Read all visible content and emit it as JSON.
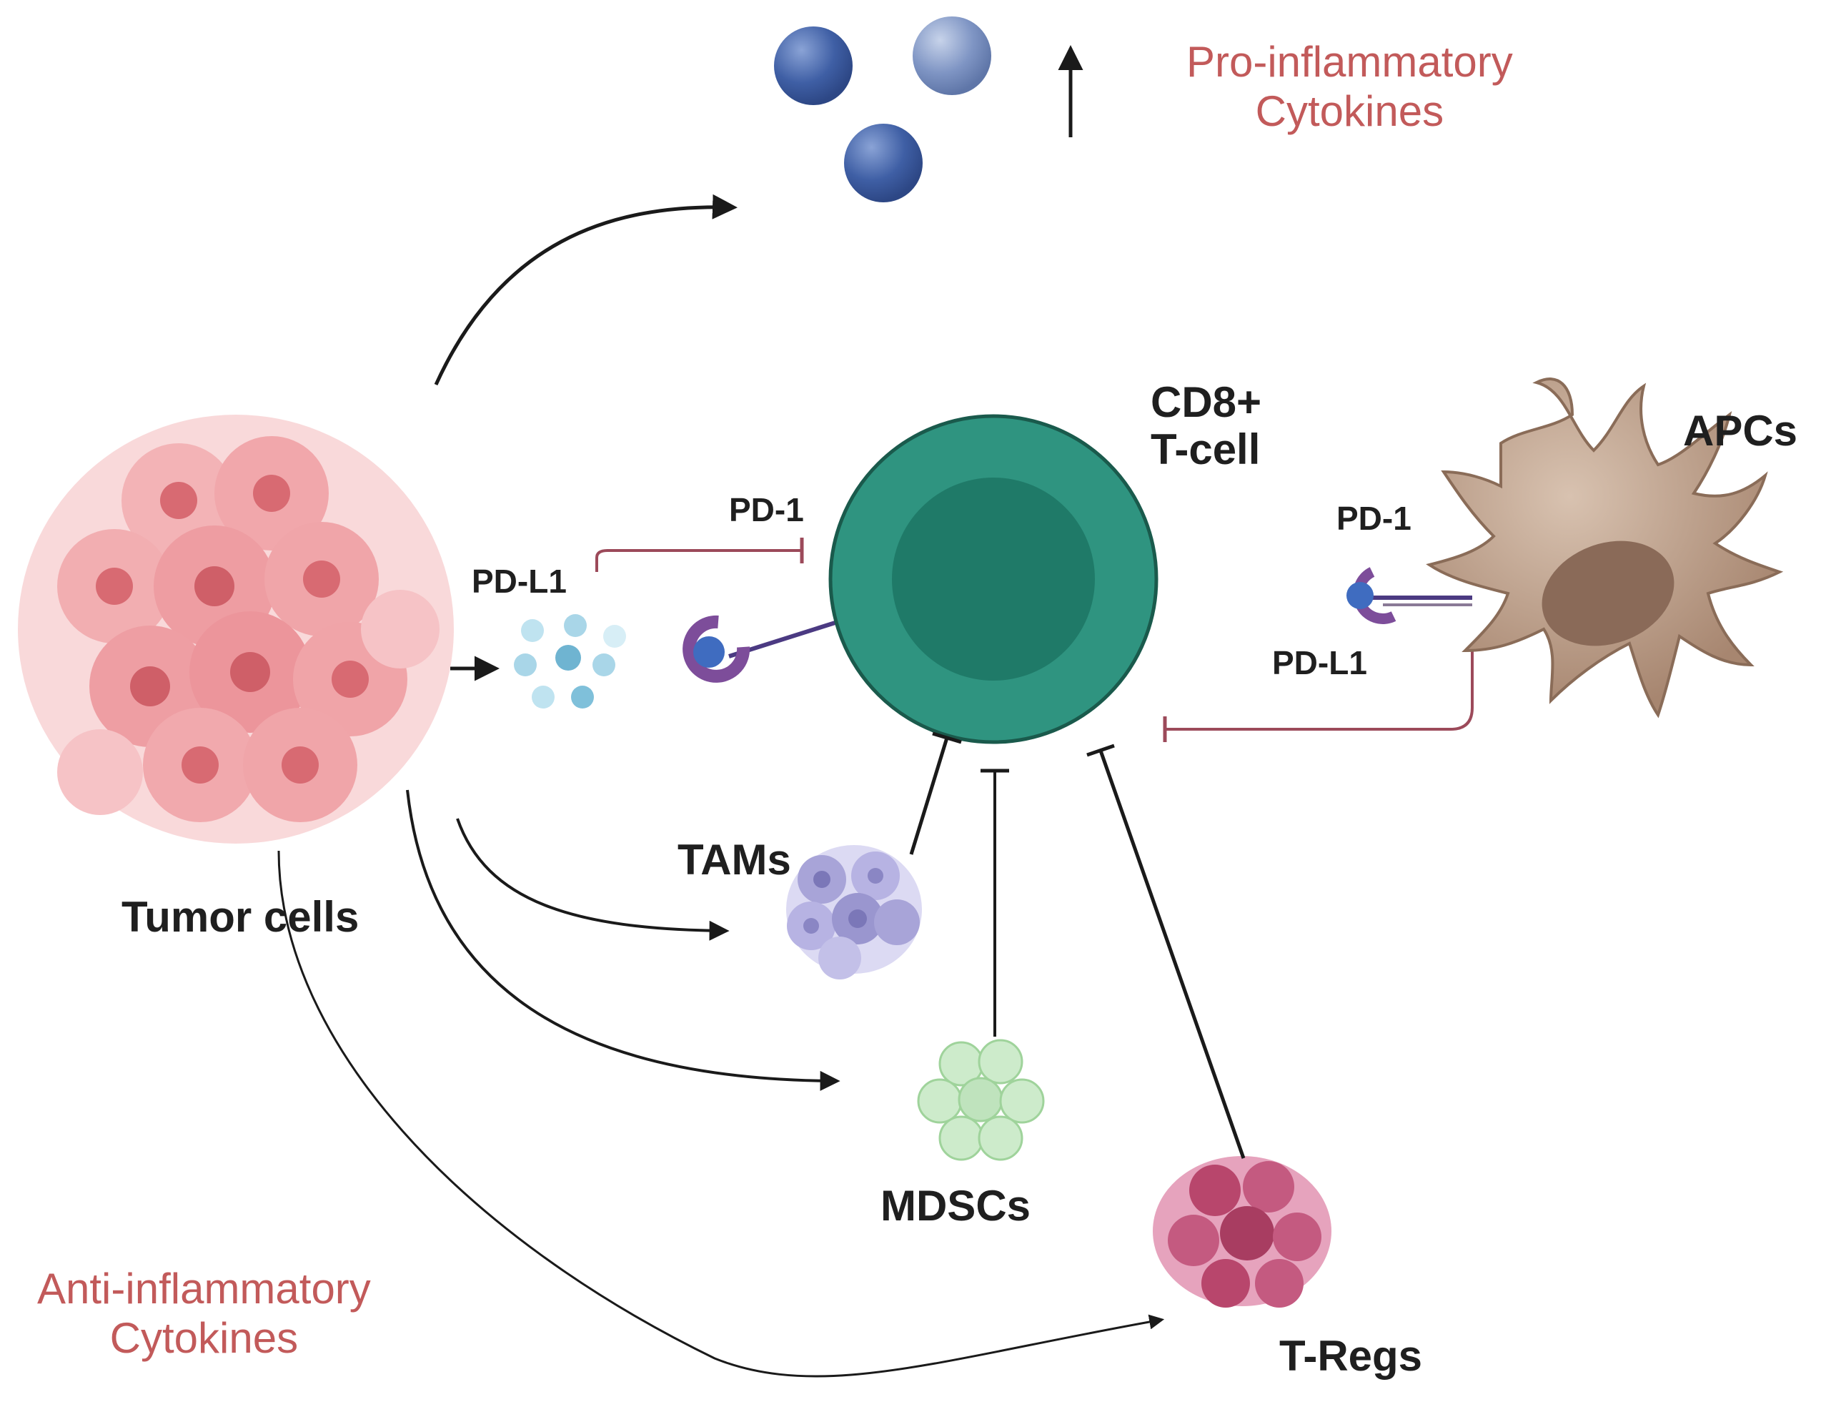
{
  "labels": {
    "pro_inflammatory": [
      "Pro-inflammatory",
      "Cytokines"
    ],
    "anti_inflammatory": [
      "Anti-inflammatory",
      "Cytokines"
    ],
    "cd8_tcell": [
      "CD8+",
      "T-cell"
    ],
    "apcs": "APCs",
    "pd1_left": "PD-1",
    "pdl1_left": "PD-L1",
    "pd1_right": "PD-1",
    "pdl1_right": "PD-L1",
    "tams": "TAMs",
    "tumor_cells": "Tumor cells",
    "mdscs": "MDSCs",
    "tregs": "T-Regs"
  },
  "colors": {
    "arrow": "#1a1a1a",
    "inhibit_red": "#9c4a5a",
    "label_red": "#c25a5a",
    "tcell_outer": "#2f9480",
    "tcell_inner": "#1f7a68",
    "cytokine_blue": "#3f5fa5",
    "tumor_pink": "#e98a90",
    "apc_tan": "#b39580",
    "tam_purple": "#a8a4d8",
    "mdsc_green": "#bfe3bd",
    "treg_magenta": "#b8466c",
    "pdl1_light_blue": "#a9d6e8",
    "receptor_purple": "#7d4d9a"
  }
}
